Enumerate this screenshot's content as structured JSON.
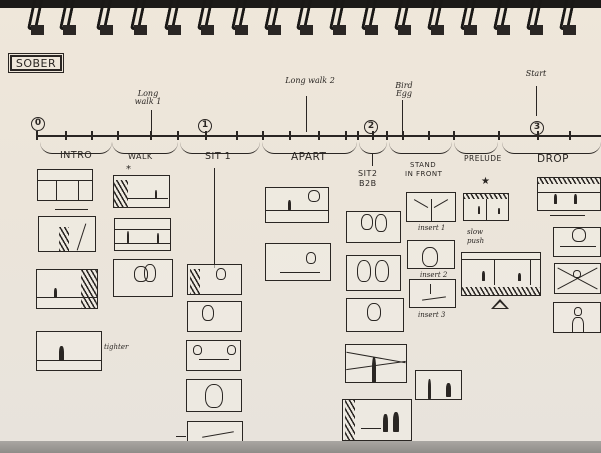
{
  "title": "SOBER",
  "timeline": {
    "markers": [
      {
        "id": "0",
        "label": "0"
      },
      {
        "id": "1",
        "label": "1"
      },
      {
        "id": "2",
        "label": "2"
      },
      {
        "id": "3",
        "label": "3"
      }
    ],
    "notes": [
      {
        "id": "long-walk-1",
        "text": "Long walk 1"
      },
      {
        "id": "long-walk-2",
        "text": "Long walk 2"
      },
      {
        "id": "bird-egg",
        "text": "Bird Egg"
      },
      {
        "id": "start",
        "text": "Start"
      }
    ],
    "sections": [
      {
        "id": "intro",
        "label": "INTRO"
      },
      {
        "id": "walk",
        "label": "WALK"
      },
      {
        "id": "sit1",
        "label": "SIT 1"
      },
      {
        "id": "apart",
        "label": "APART"
      },
      {
        "id": "sit2",
        "label": "SIT2",
        "sub": "B2B"
      },
      {
        "id": "stand-in-front",
        "label": "STAND",
        "sub": "IN FRONT"
      },
      {
        "id": "prelude",
        "label": "PRELUDE"
      },
      {
        "id": "drop",
        "label": "DROP"
      }
    ]
  },
  "annotations": {
    "tighter": "tighter",
    "insert1": "insert 1",
    "insert2": "insert 2",
    "insert3": "insert 3",
    "slow_push": "slow push",
    "star": "★",
    "walk_star": "*"
  },
  "colors": {
    "paper": "#ece5da",
    "ink": "#2a2623",
    "binding": "#1c1a18"
  }
}
